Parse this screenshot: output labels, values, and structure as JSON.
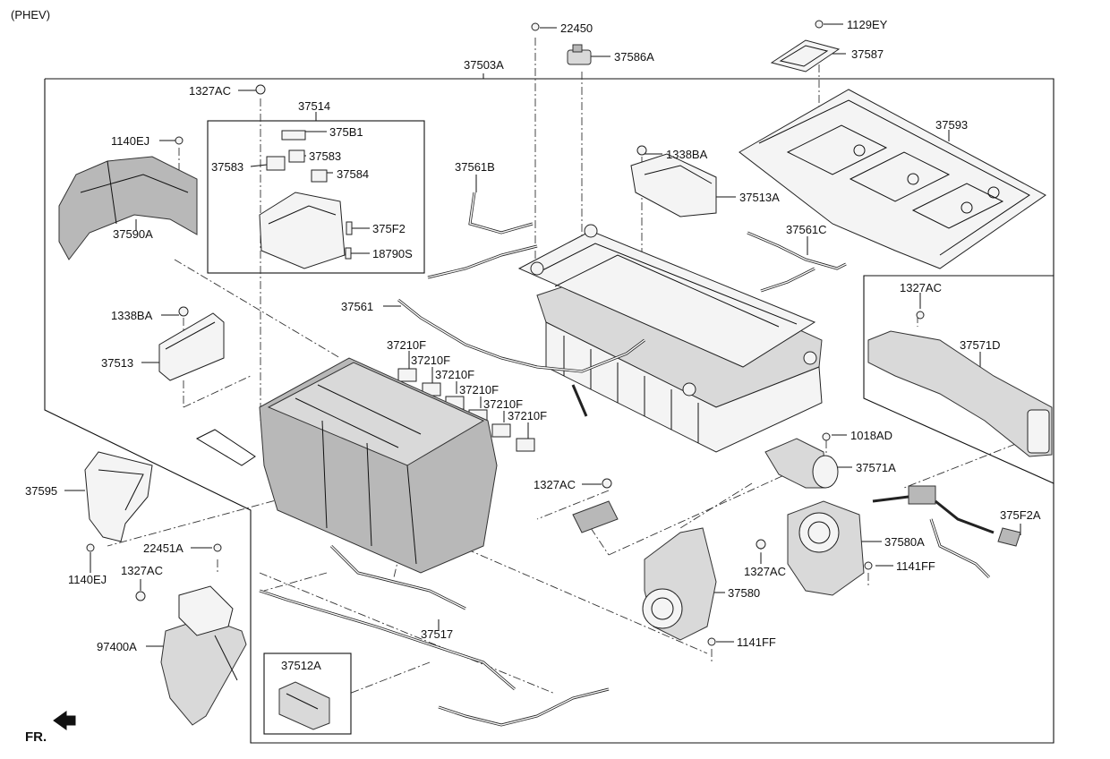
{
  "header": {
    "variant_label": "(PHEV)"
  },
  "labels": {
    "p22450": "22450",
    "p37586A": "37586A",
    "p1129EY": "1129EY",
    "p37587": "37587",
    "p37503A": "37503A",
    "p1327AC_top": "1327AC",
    "p37514": "37514",
    "p375B1": "375B1",
    "p37583a": "37583",
    "p37583b": "37583",
    "p37584": "37584",
    "p1140EJ_top": "1140EJ",
    "p37590A": "37590A",
    "p375F2": "375F2",
    "p18790S": "18790S",
    "p37561B": "37561B",
    "p1338BA_top": "1338BA",
    "p37513A": "37513A",
    "p37593": "37593",
    "p37561C": "37561C",
    "p1338BA_left": "1338BA",
    "p37513": "37513",
    "p37561": "37561",
    "p1327AC_right": "1327AC",
    "p37571D": "37571D",
    "p37210F_1": "37210F",
    "p37210F_2": "37210F",
    "p37210F_3": "37210F",
    "p37210F_4": "37210F",
    "p37210F_5": "37210F",
    "p37210F_6": "37210F",
    "p1018AD": "1018AD",
    "p37571A": "37571A",
    "p37595": "37595",
    "p1327AC_mid": "1327AC",
    "p375F2A": "375F2A",
    "p22451A": "22451A",
    "p37580A": "37580A",
    "p1140EJ_bottom": "1140EJ",
    "p1327AC_left": "1327AC",
    "p1327AC_blower": "1327AC",
    "p1141FF_right": "1141FF",
    "p37580": "37580",
    "p97400A": "97400A",
    "p37517": "37517",
    "p1141FF_bottom": "1141FF",
    "p37512A": "37512A"
  },
  "footer": {
    "front_label": "FR."
  }
}
